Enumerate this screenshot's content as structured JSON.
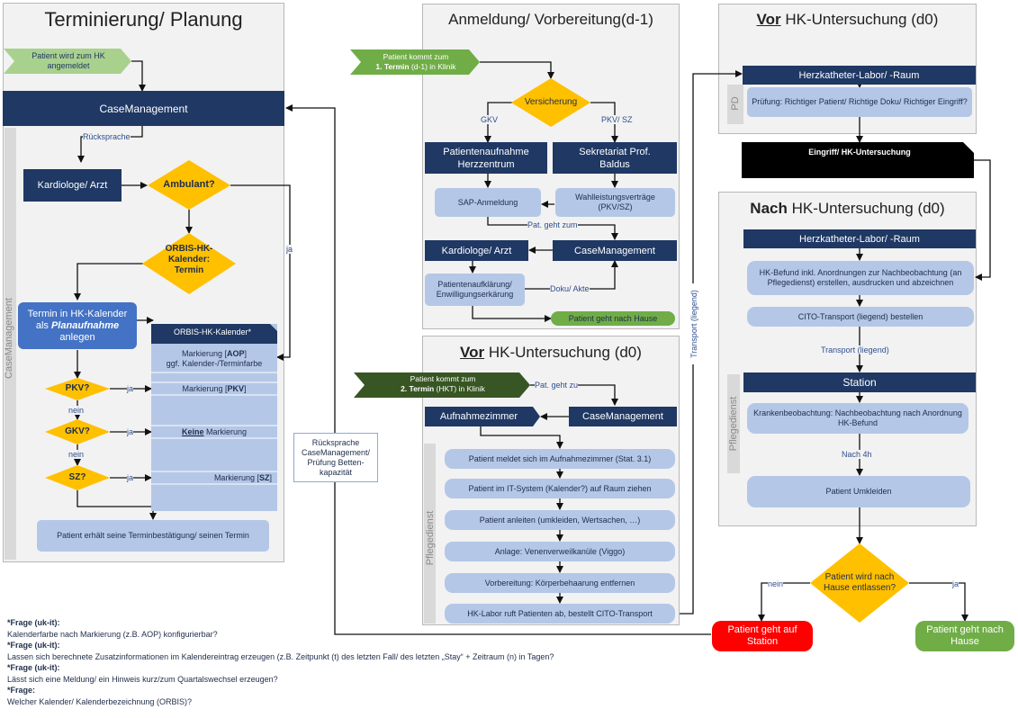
{
  "panels": {
    "terminierung": {
      "title": "Terminierung/ Planung"
    },
    "anmeldung": {
      "title": "Anmeldung/ Vorbereitung(d-1)"
    },
    "vor_hk_top": {
      "title_bold": "Vor",
      "title_rest": " HK-Untersuchung (d0)"
    },
    "vor_hk_mid": {
      "title_bold": "Vor",
      "title_rest": " HK-Untersuchung (d0)"
    },
    "nach_hk": {
      "title_bold": "Nach",
      "title_rest": " HK-Untersuchung (d0)"
    }
  },
  "terminierung": {
    "start": "Patient wird zum HK angemeldet",
    "casemanagement": "CaseManagement",
    "ruecksprache": "Rücksprache",
    "kardiologe": "Kardiologe/ Arzt",
    "ambulant": "Ambulant?",
    "ja": "ja",
    "orbis_diamond": "ORBIS-HK-Kalender: Termin",
    "termin_box_1": "Termin in HK-Kalender als",
    "termin_box_em": "Planaufnahme",
    "termin_box_2": "anlegen",
    "orbis_header": "ORBIS-HK-Kalender*",
    "mark_aop_1": "Markierung [",
    "mark_aop_b": "AOP",
    "mark_aop_2": "]",
    "mark_aop_3": "ggf. Kalender-/Terminfarbe",
    "mark_pkv_1": "Markierung [",
    "mark_pkv_b": "PKV",
    "mark_pkv_2": "]",
    "mark_keine_b": "Keine",
    "mark_keine_2": " Markierung",
    "mark_sz_1": "Markierung [",
    "mark_sz_b": "SZ",
    "mark_sz_2": "]",
    "pkv": "PKV?",
    "gkv": "GKV?",
    "sz": "SZ?",
    "nein1": "nein",
    "nein2": "nein",
    "ja_pkv": "ja",
    "ja_gkv": "ja",
    "ja_sz": "ja",
    "bestaetigung": "Patient erhält seine Terminbestätigung/ seinen Termin",
    "side_label": "CaseManagement"
  },
  "anmeldung": {
    "start_1": "Patient kommt zum",
    "start_b": "1. Termin",
    "start_2": " (d-1) in Klinik",
    "versicherung": "Versicherung",
    "gkv": "GKV",
    "pkv_sz": "PKV/ SZ",
    "aufnahme": "Patientenaufnahme Herzzentrum",
    "sekretariat": "Sekretariat Prof. Baldus",
    "sap": "SAP-Anmeldung",
    "wahlleistung": "Wahlleistungsverträge (PKV/SZ)",
    "pat_geht_zum": "Pat. geht zum",
    "kardiologe": "Kardiologe/ Arzt",
    "casemanagement": "CaseManagement",
    "aufklaerung": "Patientenaufklärung/ Enwilligungserkärung",
    "doku": "Doku/ Akte",
    "end": "Patient geht nach Hause"
  },
  "vor_mid": {
    "start_1": "Patient kommt zum",
    "start_b": "2. Termin",
    "start_2": " (HKT) in Klinik",
    "pat_geht_zu": "Pat. geht zu",
    "aufnahmezimmer": "Aufnahmezimmer",
    "casemanagement": "CaseManagement",
    "steps": [
      "Patient meldet sich im Aufnahmezimmer (Stat. 3.1)",
      "Patient im IT-System (Kalender?) auf Raum ziehen",
      "Patient anleiten (umkleiden, Wertsachen, …)",
      "Anlage: Venenverweilkanüle (Viggo)",
      "Vorbereitung: Körperbehaarung entfernen",
      "HK-Labor ruft Patienten ab, bestellt CITO-Transport"
    ],
    "side_label": "Pflegedienst",
    "ruecksprache_note": "Rücksprache CaseManagement/ Prüfung Betten-kapazität"
  },
  "vor_top": {
    "labor": "Herzkatheter-Labor/ -Raum",
    "pd": "PD",
    "pruefung": "Prüfung: Richtiger Patient/ Richtige Doku/ Richtiger Eingriff?",
    "eingriff": "Eingriff/ HK-Untersuchung",
    "transport_vertical": "Transport (liegend)"
  },
  "nach": {
    "labor": "Herzkatheter-Labor/ -Raum",
    "befund": "HK-Befund inkl. Anordnungen zur Nachbeobachtung (an Pflegedienst) erstellen, ausdrucken und abzeichnen",
    "cito": "CITO-Transport (liegend) bestellen",
    "transport": "Transport (liegend)",
    "station": "Station",
    "kranken": "Krankenbeobachtung: Nachbeobachtung nach Anordnung HK-Befund",
    "nach4h": "Nach 4h",
    "umkleiden": "Patient Umkleiden",
    "side_label": "Pflegedienst",
    "entlassen": "Patient wird nach Hause entlassen?",
    "nein": "nein",
    "ja": "ja",
    "station_end": "Patient geht auf Station",
    "hause_end": "Patient geht nach Hause"
  },
  "notes": [
    {
      "q": "*Frage (uk-it):",
      "t": "Kalenderfarbe nach Markierung (z.B. AOP) konfigurierbar?"
    },
    {
      "q": "*Frage (uk-it):",
      "t": "Lassen sich berechnete Zusatzinformationen im Kalendereintrag erzeugen (z.B. Zeitpunkt (t) des letzten Fall/ des letzten „Stay“ + Zeitraum (n) in Tagen?"
    },
    {
      "q": "*Frage (uk-it):",
      "t": "Lässt sich eine Meldung/ ein Hinweis kurz/zum Quartalswechsel erzeugen?"
    },
    {
      "q": "*Frage:",
      "t": "Welcher Kalender/ Kalenderbezeichnung (ORBIS)?"
    }
  ],
  "colors": {
    "navy": "#1f3864",
    "lightblue": "#b4c7e7",
    "accent_blue": "#4472c4",
    "gold": "#ffc000",
    "green_start": "#a9d18e",
    "green_dark": "#375623",
    "green_end": "#70ad47",
    "red_end": "#ff0000"
  }
}
